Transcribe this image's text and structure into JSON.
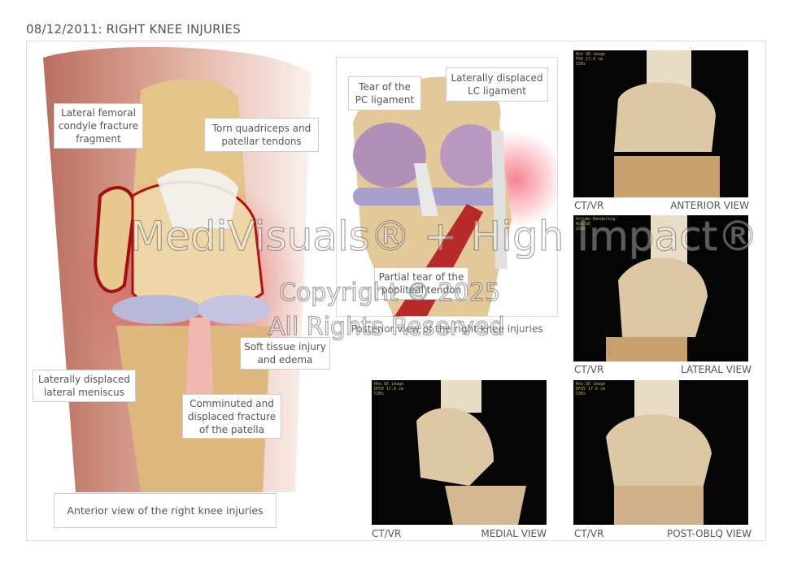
{
  "title": "08/12/2011: RIGHT KNEE INJURIES",
  "anterior": {
    "caption": "Anterior view of the right knee injuries",
    "labels": {
      "condyle": "Lateral femoral condyle fracture fragment",
      "quadriceps": "Torn quadriceps and patellar tendons",
      "soft_tissue": "Soft tissue injury and edema",
      "meniscus": "Laterally displaced lateral meniscus",
      "patella": "Comminuted and displaced fracture of the patella"
    }
  },
  "posterior": {
    "caption": "Posterior view of the right knee injuries",
    "labels": {
      "pc": "Tear of the PC ligament",
      "lc": "Laterally displaced LC ligament",
      "popliteal": "Partial tear of the popliteal tendon"
    }
  },
  "ct_panels": [
    {
      "modality": "CT/VR",
      "view": "ANTERIOR VIEW"
    },
    {
      "modality": "CT/VR",
      "view": "LATERAL VIEW"
    },
    {
      "modality": "CT/VR",
      "view": "MEDIAL VIEW"
    },
    {
      "modality": "CT/VR",
      "view": "POST-OBLQ VIEW"
    }
  ],
  "watermark": {
    "line1": "MediVisuals® + High Impact®",
    "line2": "Copyright © 2025",
    "line3": "All Rights Reserved"
  }
}
